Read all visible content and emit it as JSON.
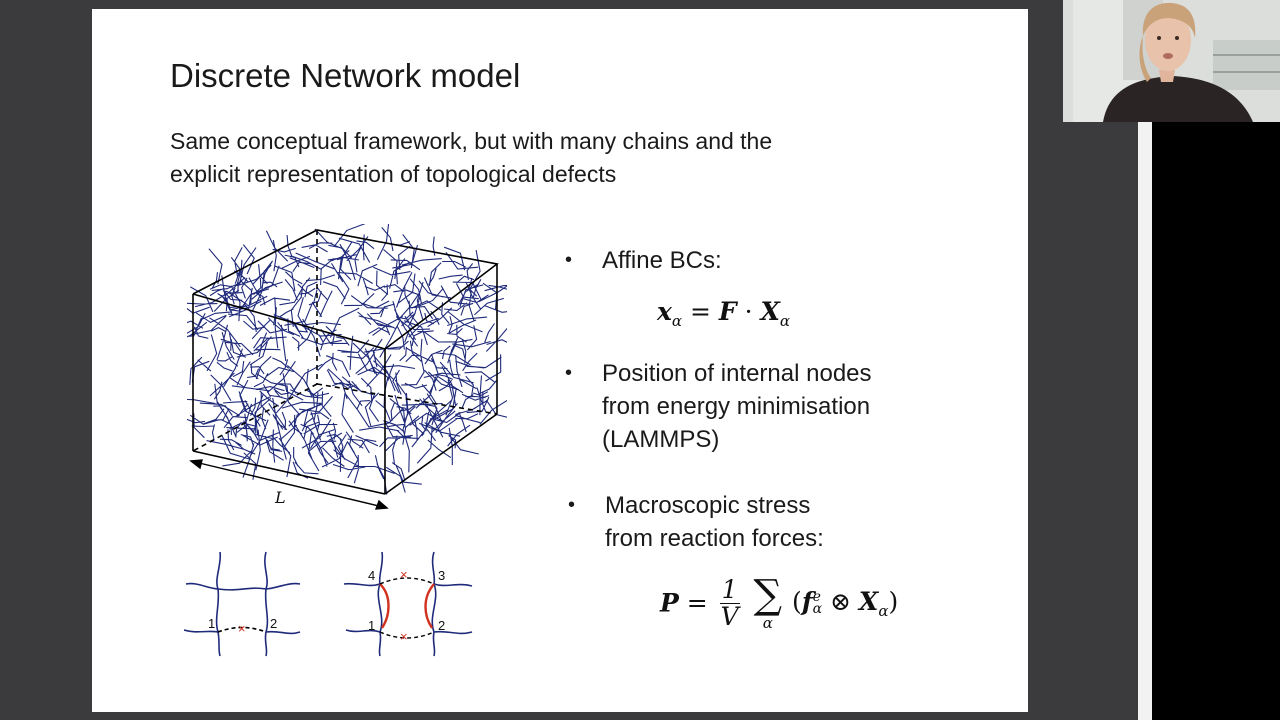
{
  "slide": {
    "title": "Discrete Network model",
    "subtitle_line1": "Same conceptual framework, but with many chains and the",
    "subtitle_line2": "explicit representation of topological defects",
    "bullets": [
      {
        "marker": "•",
        "lines": [
          "Affine BCs:"
        ]
      },
      {
        "marker": "•",
        "lines": [
          "Position of internal nodes",
          "from energy minimisation",
          "(LAMMPS)"
        ]
      },
      {
        "marker": "•",
        "lines": [
          "Macroscopic stress",
          "from reaction forces:"
        ]
      }
    ],
    "equation1": {
      "lhs": "x",
      "lhs_sub": "α",
      "op": "=",
      "F": "F",
      "dot": "·",
      "X": "X",
      "X_sub": "α"
    },
    "equation2": {
      "lhs": "P",
      "op": "=",
      "num": "1",
      "den": "V",
      "sum": "∑",
      "sum_lim": "α",
      "lparen": "(",
      "f": "f",
      "f_sup": "e",
      "f_sub": "α",
      "otimes": "⊗",
      "X": "X",
      "X_sub": "α",
      "rparen": ")"
    },
    "cube_label": "L",
    "defect_labels": {
      "left_1": "1",
      "left_2": "2",
      "right_1": "1",
      "right_2": "2",
      "right_3": "3",
      "right_4": "4",
      "mark": "×"
    }
  },
  "colors": {
    "network": "#1f2a7a",
    "defect": "#d0321f",
    "background": "#3b3b3d"
  },
  "webcam": {
    "icon": "presenter-video"
  }
}
